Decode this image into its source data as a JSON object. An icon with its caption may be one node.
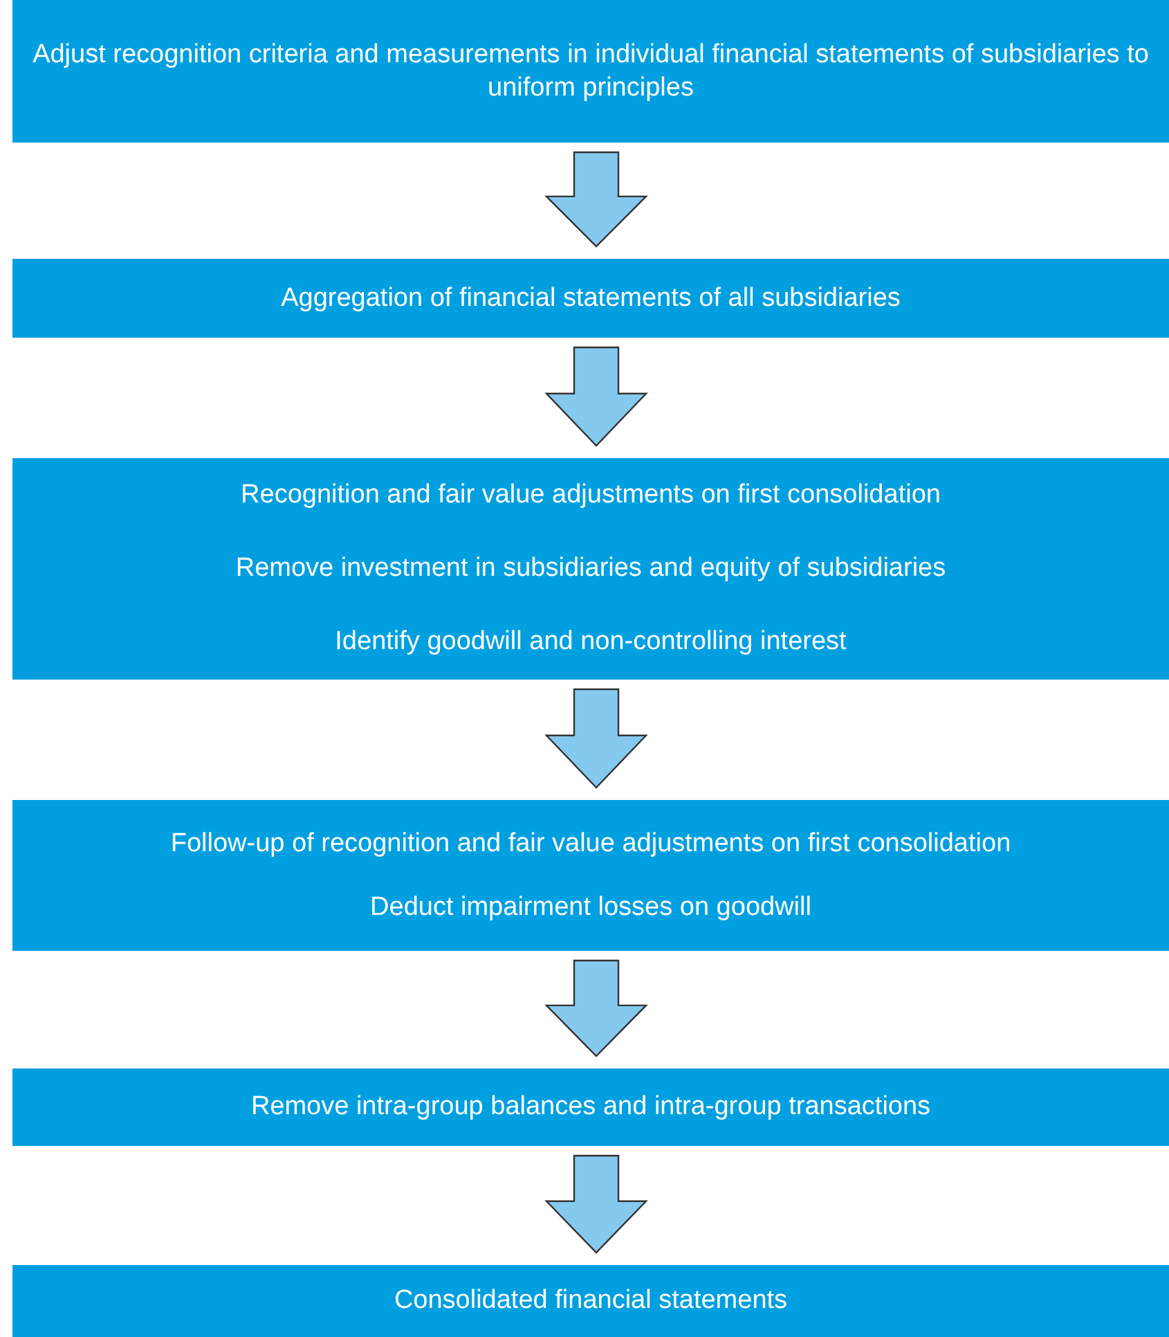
{
  "diagram": {
    "nodes": [
      {
        "text": [
          "Adjust recognition criteria and measurements in individual financial statements of subsidiaries to uniform principles"
        ]
      },
      {
        "text": [
          "Aggregation of financial statements of all subsidiaries"
        ]
      },
      {
        "text": [
          "Recognition and fair value adjustments on first consolidation",
          "Remove investment in subsidiaries and equity of subsidiaries",
          "Identify goodwill and non-controlling interest"
        ]
      },
      {
        "text": [
          "Follow-up of recognition and fair value adjustments on first consolidation",
          "Deduct impairment losses on goodwill"
        ]
      },
      {
        "text": [
          "Remove intra-group balances and intra-group transactions"
        ]
      },
      {
        "text": [
          "Consolidated financial statements"
        ]
      }
    ],
    "edges": [
      {
        "from": 0,
        "to": 1,
        "arrow": "to"
      },
      {
        "from": 1,
        "to": 2,
        "arrow": "to"
      },
      {
        "from": 2,
        "to": 3,
        "arrow": "to"
      },
      {
        "from": 3,
        "to": 4,
        "arrow": "to"
      },
      {
        "from": 4,
        "to": 5,
        "arrow": "to"
      }
    ]
  }
}
